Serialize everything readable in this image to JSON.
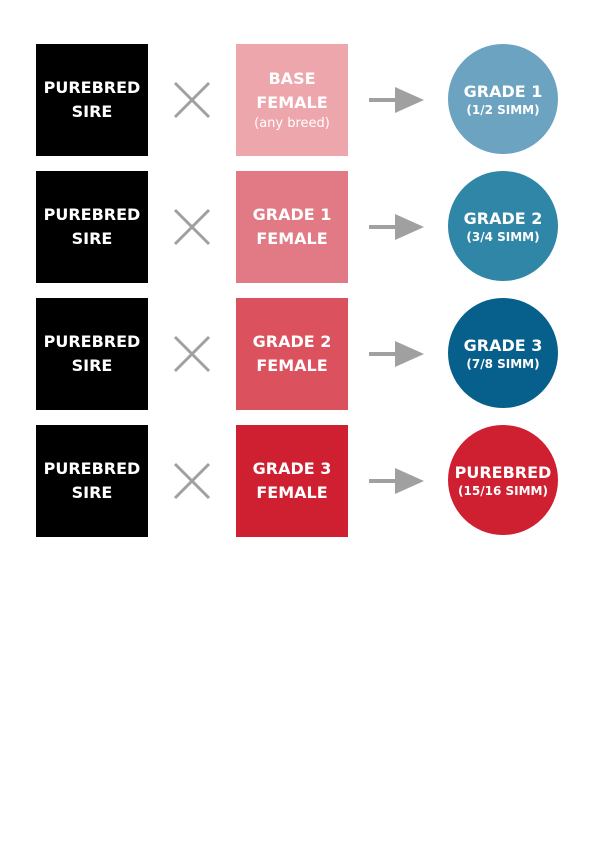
{
  "colors": {
    "sire": "#000000",
    "operator": "#a0a0a0",
    "females": [
      "#eda6ab",
      "#e27a86",
      "#db515d",
      "#cf2031"
    ],
    "results": [
      "#6ba3c1",
      "#2f86a7",
      "#075f8b",
      "#cf2031"
    ]
  },
  "icons": {
    "operator": "cross-icon",
    "flow": "arrow-right-icon"
  },
  "rows": [
    {
      "sire": {
        "line1": "PUREBRED",
        "line2": "SIRE"
      },
      "female": {
        "line1": "BASE",
        "line2": "FEMALE",
        "sub": "(any breed)"
      },
      "result": {
        "main": "GRADE 1",
        "sub": "(1/2 SIMM)"
      }
    },
    {
      "sire": {
        "line1": "PUREBRED",
        "line2": "SIRE"
      },
      "female": {
        "line1": "GRADE 1",
        "line2": "FEMALE"
      },
      "result": {
        "main": "GRADE 2",
        "sub": "(3/4 SIMM)"
      }
    },
    {
      "sire": {
        "line1": "PUREBRED",
        "line2": "SIRE"
      },
      "female": {
        "line1": "GRADE 2",
        "line2": "FEMALE"
      },
      "result": {
        "main": "GRADE 3",
        "sub": "(7/8 SIMM)"
      }
    },
    {
      "sire": {
        "line1": "PUREBRED",
        "line2": "SIRE"
      },
      "female": {
        "line1": "GRADE 3",
        "line2": "FEMALE"
      },
      "result": {
        "main": "PUREBRED",
        "sub": "(15/16 SIMM)"
      }
    }
  ]
}
